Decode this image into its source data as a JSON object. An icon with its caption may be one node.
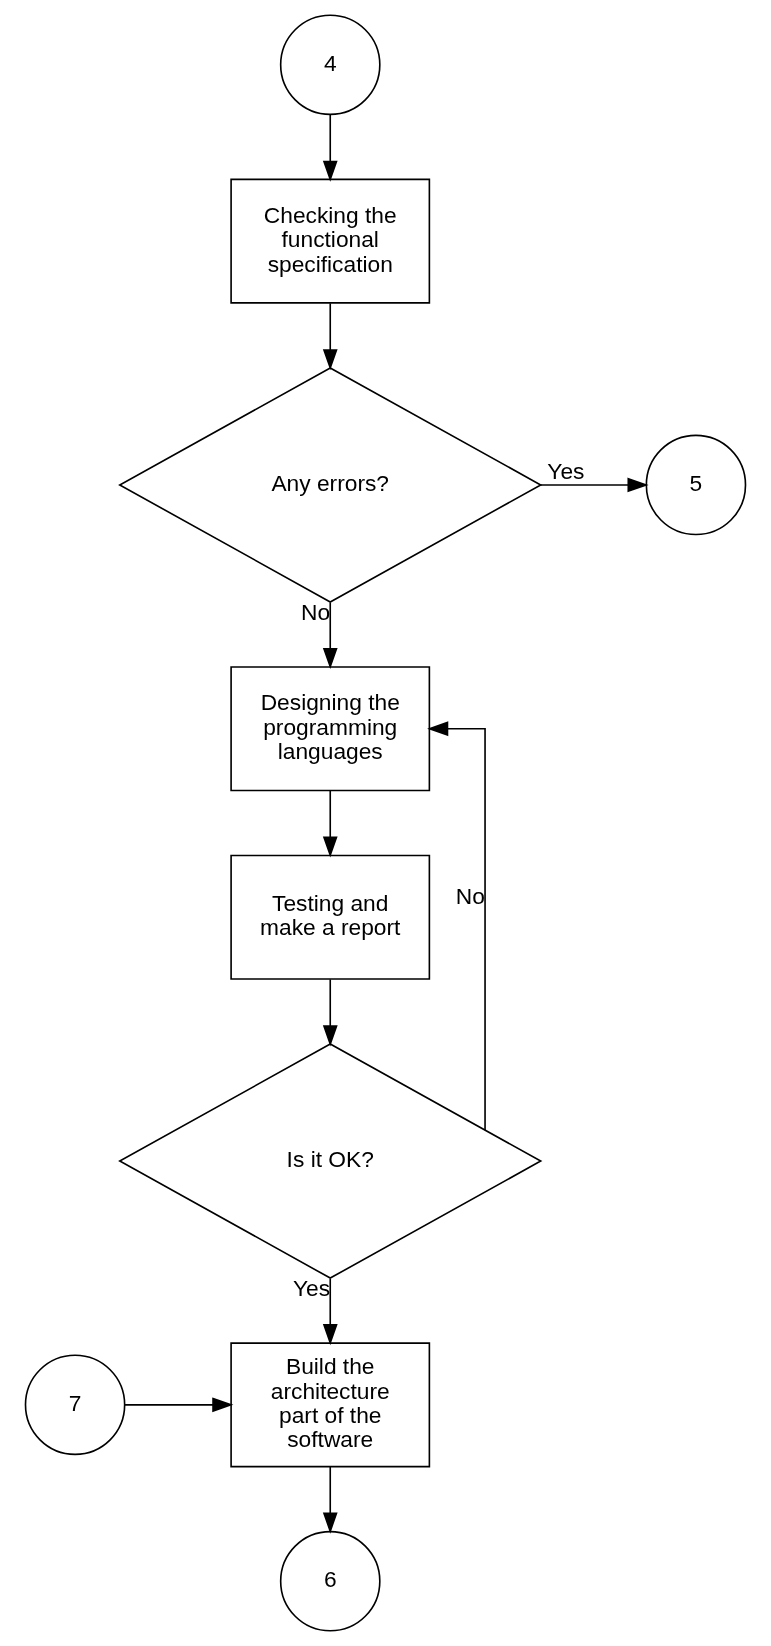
{
  "diagram": {
    "nodes": [
      {
        "text": [
          "4"
        ]
      },
      {
        "text": [
          "Checking the functional specification"
        ]
      },
      {
        "text": [
          "Any errors?"
        ]
      },
      {
        "text": [
          "5"
        ]
      },
      {
        "text": [
          "Designing the programming languages"
        ]
      },
      {
        "text": [
          "Testing and make a report"
        ]
      },
      {
        "text": [
          "Is it OK?"
        ]
      },
      {
        "text": [
          "Build the architecture part of the software"
        ]
      },
      {
        "text": [
          "7"
        ]
      },
      {
        "text": [
          "6"
        ]
      }
    ],
    "edges": [
      {
        "from": 0,
        "to": 1,
        "arrow": "to"
      },
      {
        "from": 1,
        "to": 2,
        "arrow": "to"
      },
      {
        "from": 2,
        "to": 3,
        "arrow": "to",
        "label": "Yes"
      },
      {
        "from": 2,
        "to": 4,
        "arrow": "to",
        "label": "No"
      },
      {
        "from": 4,
        "to": 5,
        "arrow": "to"
      },
      {
        "from": 5,
        "to": 6,
        "arrow": "to"
      },
      {
        "from": 6,
        "to": 4,
        "arrow": "to",
        "label": "No"
      },
      {
        "from": 6,
        "to": 7,
        "arrow": "to",
        "label": "Yes"
      },
      {
        "from": 8,
        "to": 7,
        "arrow": "to"
      },
      {
        "from": 7,
        "to": 9,
        "arrow": "to"
      }
    ]
  }
}
